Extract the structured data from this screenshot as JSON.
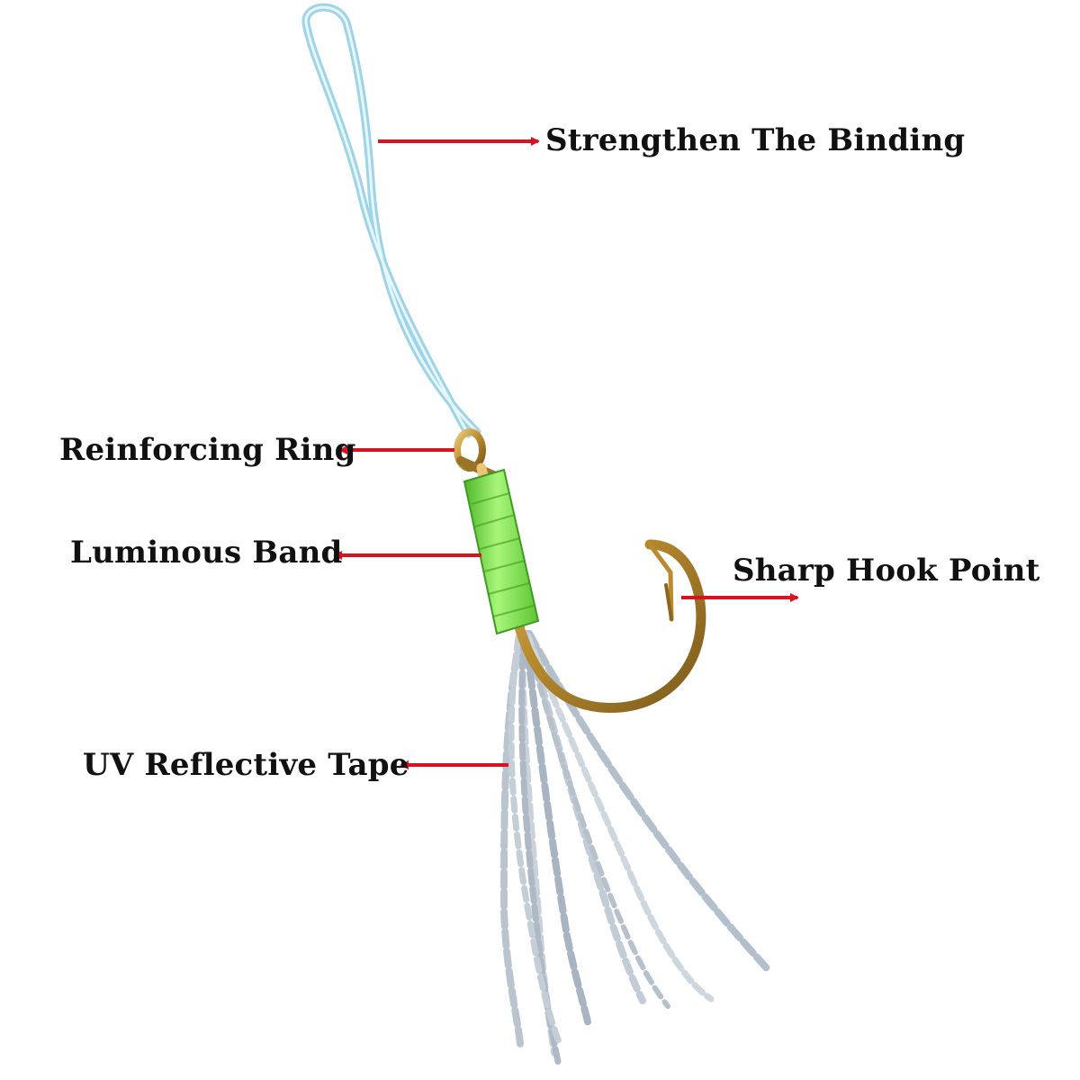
{
  "labels": {
    "strengthen_binding": "Strengthen The Binding",
    "reinforcing_ring": "Reinforcing Ring",
    "luminous_band": "Luminous Band",
    "sharp_hook_point": "Sharp Hook Point",
    "uv_reflective_tape": "UV Reflective Tape"
  },
  "colors": {
    "arrow": "#d9121f",
    "line_loop": "#9fd3e6",
    "hook_gold": "#c8a24a",
    "band_green": "#7fe34a",
    "tape_silver": "#b9c4cf",
    "label_text": "#111111",
    "background": "#ffffff"
  }
}
